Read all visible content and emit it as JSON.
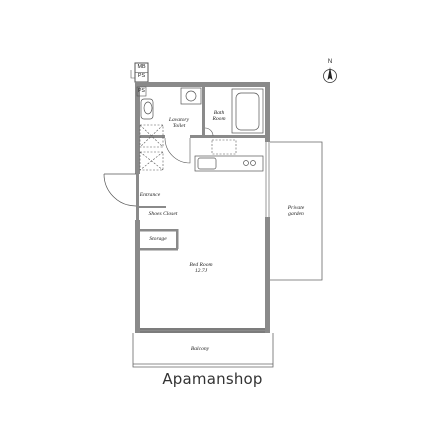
{
  "labels": {
    "mb": "MB",
    "ps_top": "PS",
    "ps_side": "PS",
    "lavatory_line1": "Lavatory",
    "lavatory_line2": "Toilet",
    "bath_line1": "Bath",
    "bath_line2": "Room",
    "entrance": "Entrance",
    "shoes_closet": "Shoes Closet",
    "storage": "Storage",
    "bedroom_name": "Bed Room",
    "bedroom_size": "12.7J",
    "garden_line1": "Private",
    "garden_line2": "garden",
    "balcony": "Balcony",
    "compass": "N"
  },
  "brand": "Apamanshop",
  "colors": {
    "wall": "#8a8a8a",
    "line": "#444444",
    "text": "#222222"
  }
}
